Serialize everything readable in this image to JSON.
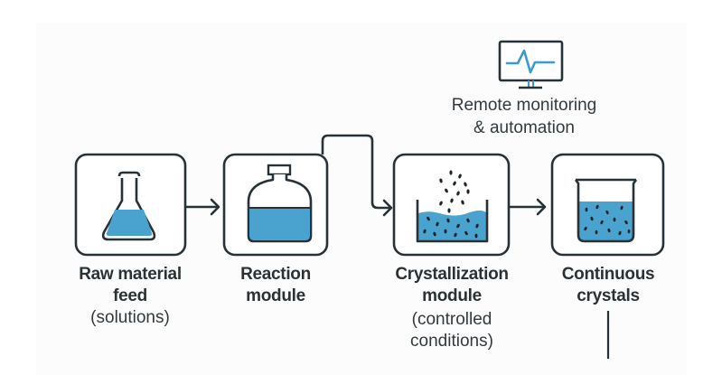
{
  "colors": {
    "stroke": "#263238",
    "liquid": "#4aa3cf",
    "accent": "#3a9bd0",
    "panel_bg": "#fcfcfc"
  },
  "monitoring": {
    "icon": "monitor-icon",
    "label_line1": "Remote monitoring",
    "label_line2": "& automation"
  },
  "steps": [
    {
      "icon": "erlenmeyer-flask-icon",
      "title_line1": "Raw material",
      "title_line2": "feed",
      "subtitle_line1": "(solutions)",
      "subtitle_line2": ""
    },
    {
      "icon": "reactor-bottle-icon",
      "title_line1": "Reaction",
      "title_line2": "module",
      "subtitle_line1": "",
      "subtitle_line2": ""
    },
    {
      "icon": "crystallizer-icon",
      "title_line1": "Crystallization",
      "title_line2": "module",
      "subtitle_line1": "(controlled",
      "subtitle_line2": "conditions)"
    },
    {
      "icon": "beaker-crystals-icon",
      "title_line1": "Continuous",
      "title_line2": "crystals",
      "subtitle_line1": "",
      "subtitle_line2": ""
    }
  ],
  "connectors": [
    {
      "from": "Raw material feed",
      "to": "Reaction module",
      "icon": "arrow-right-icon"
    },
    {
      "from": "Reaction module",
      "to": "Crystallization module",
      "icon": "pipe-arrow-icon"
    },
    {
      "from": "Crystallization module",
      "to": "Continuous crystals",
      "icon": "arrow-right-icon"
    }
  ]
}
